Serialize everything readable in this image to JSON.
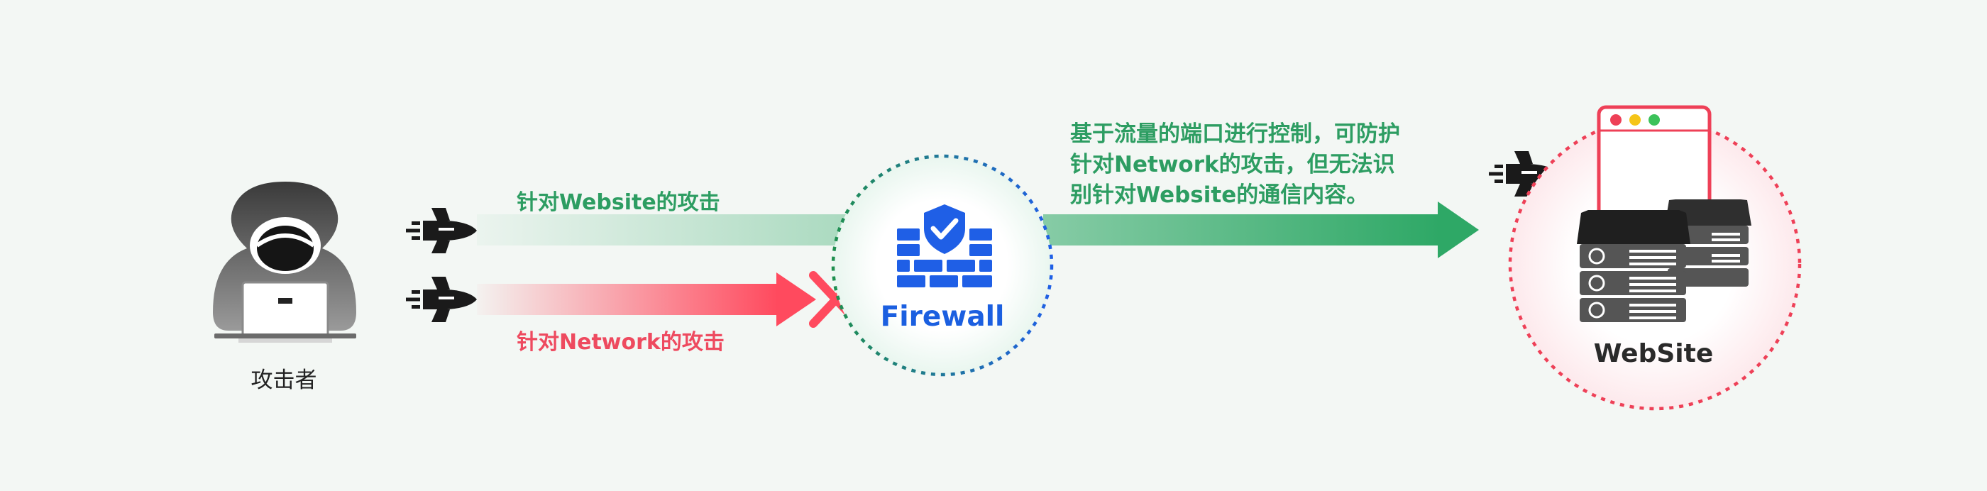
{
  "attacker": {
    "label": "攻击者",
    "icon": "hacker-icon"
  },
  "traffic": {
    "legit_label": "针对Website的攻击",
    "malicious_label": "针对Network的攻击",
    "legit_color": "#2ea866",
    "malicious_color": "#ff4a5e",
    "blocked_icon": "x-mark-icon"
  },
  "firewall": {
    "label": "Firewall",
    "icon": "shield-brick-wall-icon",
    "color": "#1f5fe6"
  },
  "description": "基于流量的端口进行控制，可防护针对Network的攻击，但无法识别针对Website的通信内容。",
  "website": {
    "label": "WebSite",
    "icon": "server-browser-icon",
    "border_color": "#ee4057"
  }
}
